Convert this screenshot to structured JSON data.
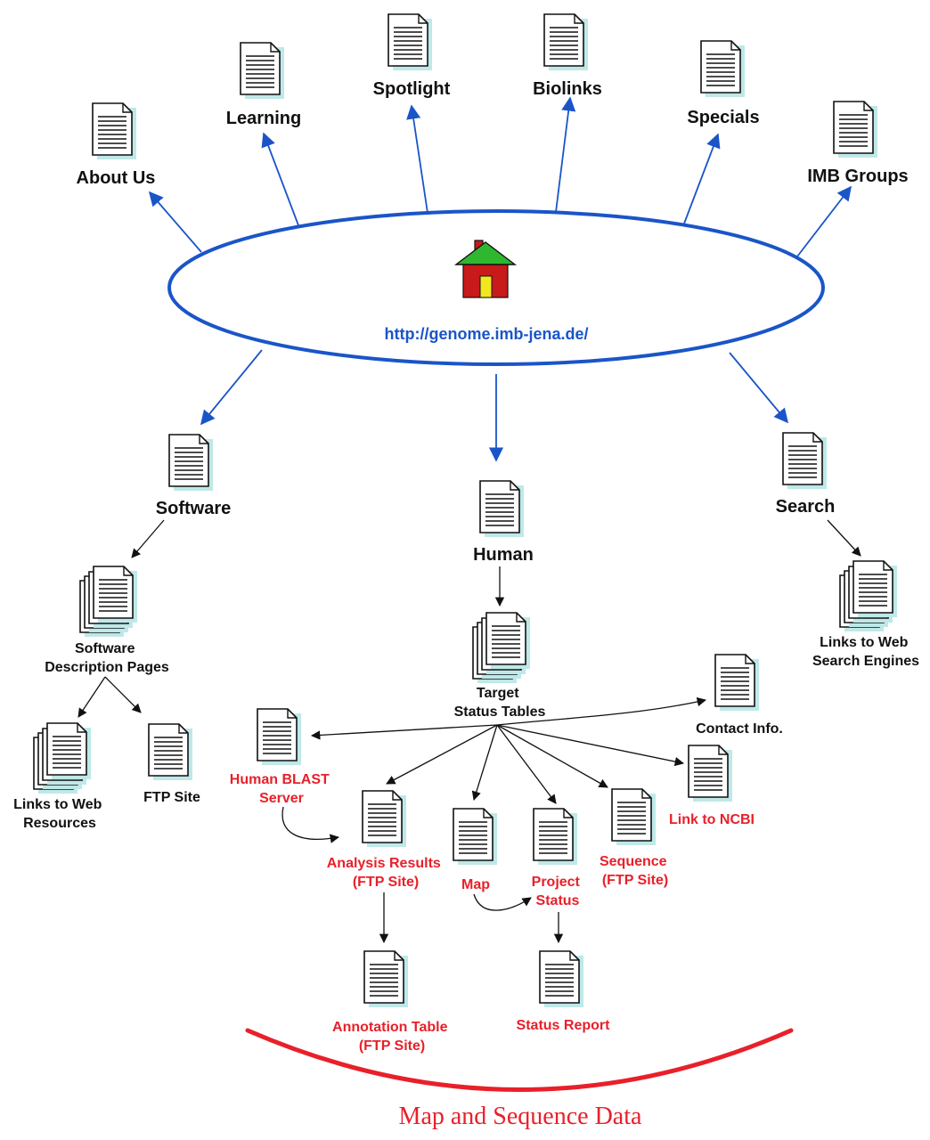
{
  "colors": {
    "blue": "#1a55c8",
    "red": "#e8202a",
    "black": "#111111",
    "doc_shadow": "#bfe8e8",
    "roof": "#2fb82f",
    "house": "#c81a1a",
    "door": "#f2e61e"
  },
  "hub": {
    "url": "http://genome.imb-jena.de/",
    "icon": "house-icon"
  },
  "top_nodes": [
    {
      "id": "about",
      "label": "About Us",
      "icon": "document-icon"
    },
    {
      "id": "learning",
      "label": "Learning",
      "icon": "document-icon"
    },
    {
      "id": "spotlight",
      "label": "Spotlight",
      "icon": "document-icon"
    },
    {
      "id": "biolinks",
      "label": "Biolinks",
      "icon": "document-icon"
    },
    {
      "id": "specials",
      "label": "Specials",
      "icon": "document-icon"
    },
    {
      "id": "imbgroups",
      "label": "IMB Groups",
      "icon": "document-icon"
    }
  ],
  "branches": {
    "software": "Software",
    "human": "Human",
    "search": "Search"
  },
  "software_children": {
    "description_pages": [
      "Software",
      "Description Pages"
    ],
    "links_web_resources": [
      "Links to Web",
      "Resources"
    ],
    "ftp_site": "FTP Site"
  },
  "search_children": {
    "links_search_engines": [
      "Links to Web",
      "Search Engines"
    ]
  },
  "human_children": {
    "target_status_tables": [
      "Target",
      "Status Tables"
    ],
    "contact_info": "Contact Info.",
    "human_blast_server": [
      "Human BLAST",
      "Server"
    ],
    "link_ncbi": "Link to NCBI",
    "analysis_results": [
      "Analysis Results",
      "(FTP Site)"
    ],
    "map": "Map",
    "project_status": [
      "Project",
      "Status"
    ],
    "sequence": [
      "Sequence",
      "(FTP Site)"
    ],
    "annotation_table": [
      "Annotation Table",
      "(FTP Site)"
    ],
    "status_report": "Status Report"
  },
  "footer": "Map and Sequence Data"
}
